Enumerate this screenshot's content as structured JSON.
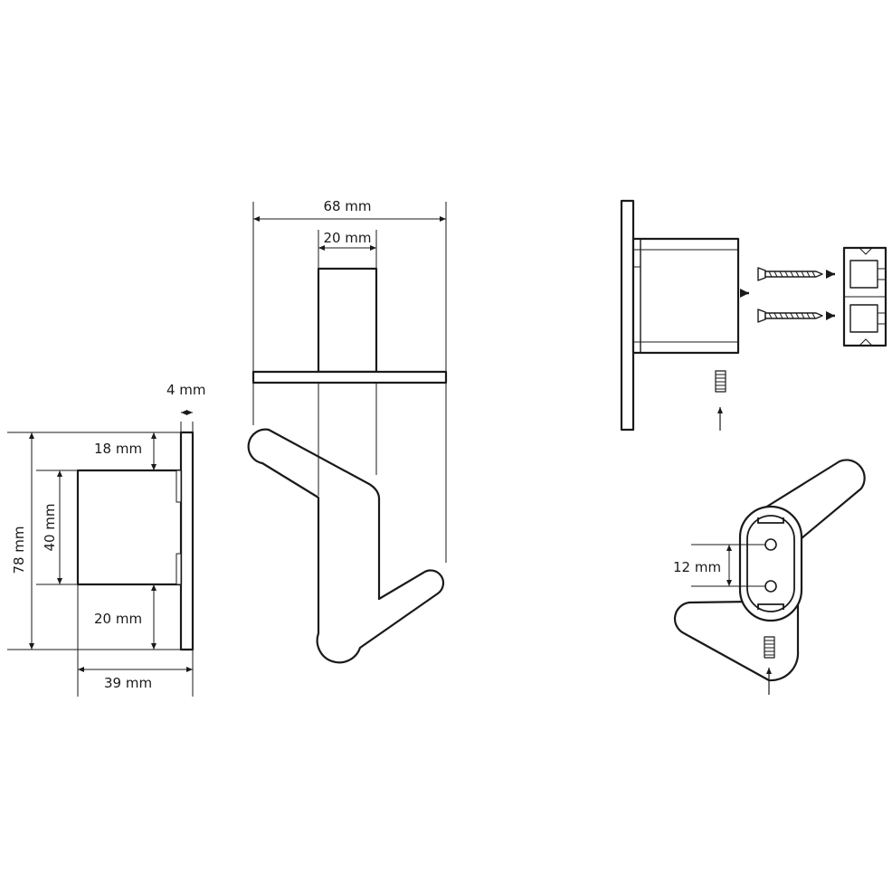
{
  "diagram": {
    "side_view": {
      "plate_thickness": "4 mm",
      "total_height": "78 mm",
      "top_offset": "18 mm",
      "block_height": "40 mm",
      "bottom_offset": "20 mm",
      "depth": "39 mm"
    },
    "front_view": {
      "total_width": "68 mm",
      "mount_width": "20 mm"
    },
    "back_view": {
      "hole_spacing": "12 mm"
    }
  },
  "colors": {
    "line": "#1a1a1a",
    "background": "#ffffff"
  }
}
